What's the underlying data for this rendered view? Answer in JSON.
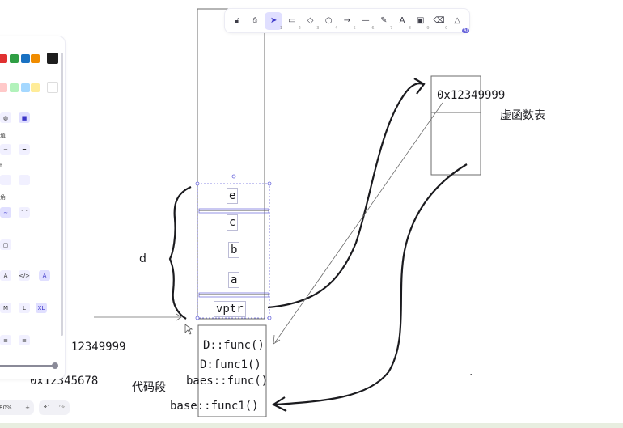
{
  "toolbar": {
    "tools": [
      {
        "name": "lock-icon",
        "glyph": "🔓︎",
        "num": ""
      },
      {
        "name": "hand-icon",
        "glyph": "✋︎",
        "num": ""
      },
      {
        "name": "selection-icon",
        "glyph": "➤",
        "num": "1",
        "active": true
      },
      {
        "name": "rectangle-icon",
        "glyph": "▭",
        "num": "2"
      },
      {
        "name": "diamond-icon",
        "glyph": "◇",
        "num": "3"
      },
      {
        "name": "ellipse-icon",
        "glyph": "○",
        "num": "4"
      },
      {
        "name": "arrow-icon",
        "glyph": "→",
        "num": "5"
      },
      {
        "name": "line-icon",
        "glyph": "—",
        "num": "6"
      },
      {
        "name": "draw-icon",
        "glyph": "✎",
        "num": "7"
      },
      {
        "name": "text-icon",
        "glyph": "A",
        "num": "8"
      },
      {
        "name": "image-icon",
        "glyph": "▣",
        "num": "9"
      },
      {
        "name": "eraser-icon",
        "glyph": "⌫",
        "num": "0"
      },
      {
        "name": "extra-tools-icon",
        "glyph": "△",
        "num": "",
        "badge": "AI"
      }
    ]
  },
  "panel": {
    "stroke_colors": [
      "#e03131",
      "#2f9e44",
      "#1971c2",
      "#f08c00",
      "#1e1e1e"
    ],
    "bg_colors": [
      "#ffc9c9",
      "#b2f2bb",
      "#a5d8ff",
      "#ffec99",
      "#ffffff"
    ],
    "label_fill": "填",
    "label_width": "t",
    "label_edges": "角",
    "font_sizes": [
      "M",
      "L",
      "XL"
    ],
    "align": [
      "≡",
      "≡"
    ],
    "zoom": "80%",
    "zoom_minus": "−",
    "zoom_plus": "+",
    "undo": "↶",
    "redo": "↷"
  },
  "canvas": {
    "stack_cells": [
      "e",
      "c",
      "b",
      "a",
      "vptr"
    ],
    "label_d": "d",
    "vtable_value": "0x12349999",
    "vtable_label": "虚函数表",
    "code_lines": [
      "D::func()",
      "D:func1()",
      "baes::func()",
      "base::func1()"
    ],
    "partial_addr_1": "12349999",
    "partial_addr_2": "0x12345678",
    "code_segment_label": "代码段",
    "dot": "."
  }
}
